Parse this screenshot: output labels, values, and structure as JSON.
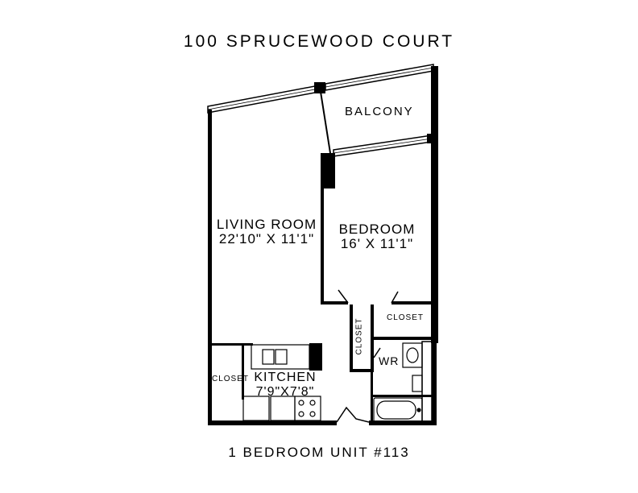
{
  "title": "100 SPRUCEWOOD COURT",
  "footer": "1 BEDROOM UNIT #113",
  "rooms": {
    "balcony": {
      "name": "BALCONY"
    },
    "living_room": {
      "name": "LIVING ROOM",
      "size": "22'10\"  X  11'1\""
    },
    "bedroom": {
      "name": "BEDROOM",
      "size": "16'  X  11'1\""
    },
    "kitchen": {
      "name": "KITCHEN",
      "size": "7'9\"X7'8\""
    },
    "closet_hall": {
      "name": "CLOSET"
    },
    "closet_bedroom": {
      "name": "CLOSET"
    },
    "closet_kitchen": {
      "name": "CLOSET"
    },
    "washroom": {
      "name": "WR"
    }
  }
}
